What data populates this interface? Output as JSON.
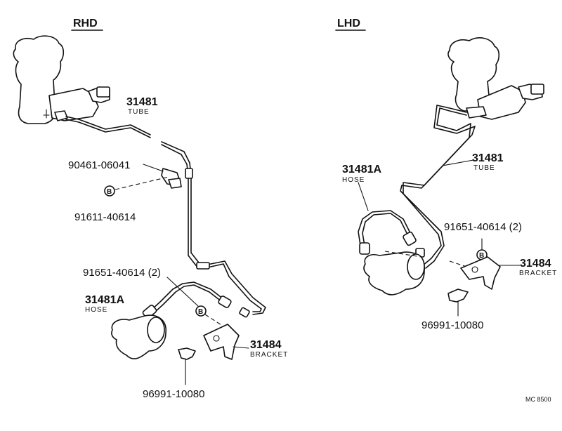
{
  "sections": {
    "rhd": "RHD",
    "lhd": "LHD"
  },
  "rhd": {
    "tube_number": "31481",
    "tube_name": "TUBE",
    "clip_number": "90461-06041",
    "bolt_number": "91611-40614",
    "hose_bolt_number": "91651-40614 (2)",
    "hose_number": "31481A",
    "hose_name": "HOSE",
    "bracket_number": "31484",
    "bracket_name": "BRACKET",
    "clip2_number": "96991-10080",
    "marker_b": "B",
    "marker_b2": "B"
  },
  "lhd": {
    "tube_number": "31481",
    "tube_name": "TUBE",
    "hose_number": "31481A",
    "hose_name": "HOSE",
    "bolt_number": "91651-40614 (2)",
    "bracket_number": "31484",
    "bracket_name": "BRACKET",
    "clip_number": "96991-10080",
    "marker_b": "B"
  },
  "figure_code": "MC 8500"
}
